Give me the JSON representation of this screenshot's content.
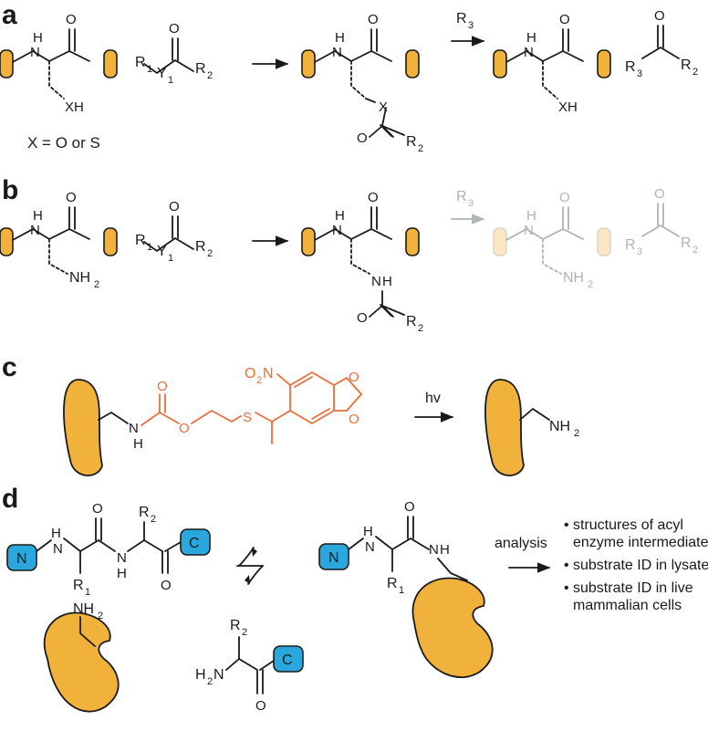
{
  "panels": {
    "a": {
      "title": "a",
      "nh": "H",
      "n": "N",
      "o": "O",
      "xh": "XH",
      "x": "X",
      "r1": "R",
      "r1_sub": "1",
      "y1": "Y",
      "y1_sub": "1",
      "r2": "R",
      "r2_sub": "2",
      "r3": "R",
      "r3_sub": "3",
      "condition": "X = O or S"
    },
    "b": {
      "title": "b",
      "nh2": "NH",
      "nh2_sub": "2"
    },
    "c": {
      "title": "c",
      "no2": "O",
      "no2_sub": "2",
      "no2_n": "N",
      "s": "S",
      "hv": "hv",
      "nh2": "NH",
      "nh2_sub": "2"
    },
    "d": {
      "title": "d",
      "n_term": "N",
      "c_term": "C",
      "analysis": "analysis",
      "h2n": "H",
      "h2n_sub": "2",
      "h2n_n": "N",
      "results": [
        "structures of acyl",
        "enzyme intermediates",
        "substrate ID in lysate",
        "substrate ID in live",
        "mammalian cells"
      ]
    }
  },
  "colors": {
    "enzyme": "#f0b23a",
    "protein_tag": "#2aa8de",
    "caging_group": "#e8703a",
    "faded": "#aeb4b4"
  }
}
